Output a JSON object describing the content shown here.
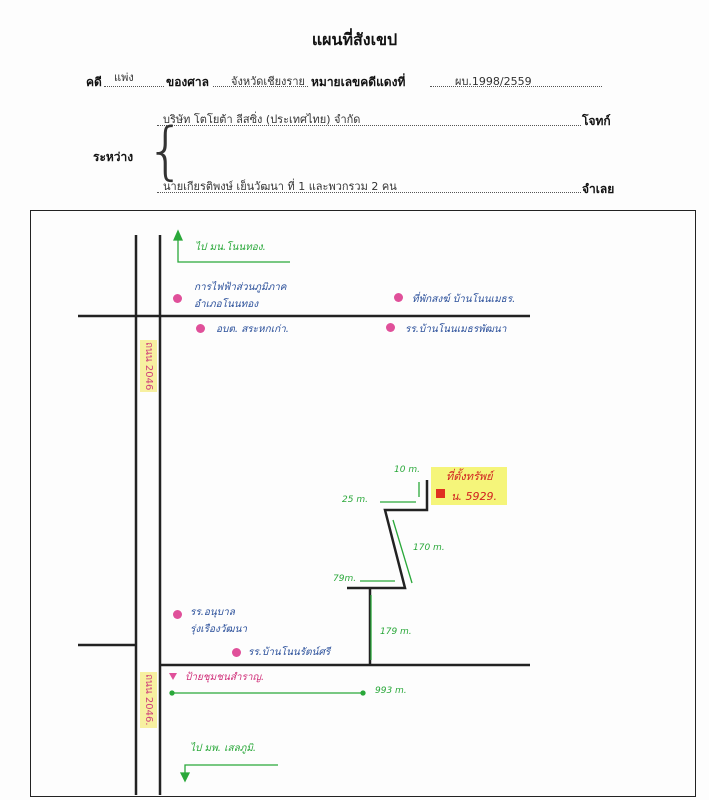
{
  "header": {
    "title": "แผนที่สังเขป",
    "case_label": "คดี",
    "case_type": "แพ่ง",
    "court_label": "ของศาล",
    "court": "จังหวัดเชียงราย",
    "red_no_label": "หมายเลขคดีแดงที่",
    "red_no": "ผบ.1998/2559",
    "between_label": "ระหว่าง",
    "plaintiff": "บริษัท โตโยต้า ลีสซิ่ง (ประเทศไทย) จำกัด",
    "plaintiff_label": "โจทก์",
    "defendant": "นายเกียรติพงษ์ เย็นวัฒนา ที่ 1 และพวกรวม 2 คน",
    "defendant_label": "จำเลย"
  },
  "map": {
    "to_north": "ไป มน.โนนทอง.",
    "to_south": "ไป มพ. เสลภูมิ.",
    "road_label": "ถนน 2046",
    "road_label_2": "ถนน 2046.",
    "landmarks": {
      "pea_1": "การไฟฟ้าส่วนภูมิภาค",
      "pea_2": "อำเภอโนนทอง",
      "monk": "ที่พักสงฆ์ บ้านโนนเมธร.",
      "sao": "อบต. สระหกเก่า.",
      "school_1": "รร.บ้านโนนเมธรพัฒนา",
      "kinder_1": "รร.อนุบาล",
      "kinder_2": "รุ่งเรืองวัฒนา",
      "school_2": "รร.บ้านโนนรัตน์ศรี",
      "sign": "ป้ายชุมชนสำราญ."
    },
    "property_label": "ที่ตั้งทรัพย์",
    "deed": "น. 5929.",
    "distances": {
      "d1": "10 m.",
      "d2": "25 m.",
      "d3": "170 m.",
      "d4": "79m.",
      "d5": "179 m.",
      "d6": "993 m."
    },
    "colors": {
      "road": "#222222",
      "measure": "#2aa83a",
      "landmark": "#e0509a",
      "highlight": "#f5f57a"
    }
  }
}
